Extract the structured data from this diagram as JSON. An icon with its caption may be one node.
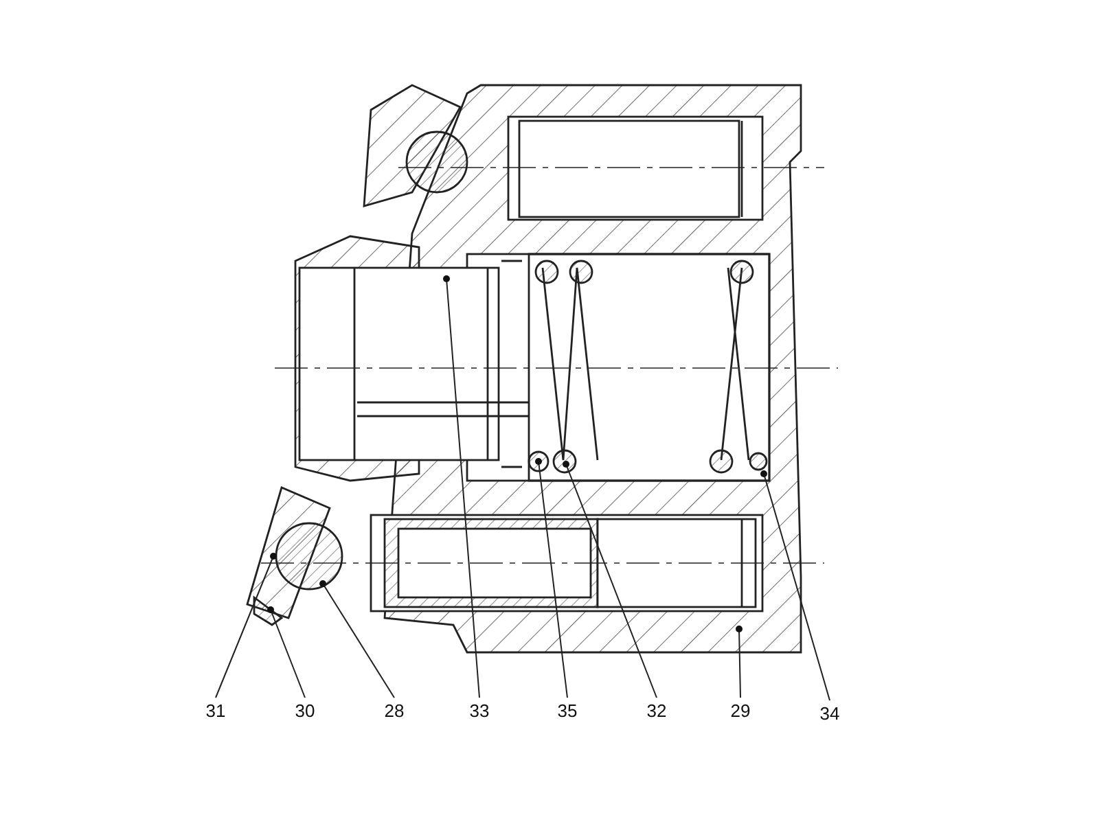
{
  "diagram": {
    "nodes": [
      {
        "text": [
          "31"
        ]
      },
      {
        "text": [
          "30"
        ]
      },
      {
        "text": [
          "28"
        ]
      },
      {
        "text": [
          "33"
        ]
      },
      {
        "text": [
          "35"
        ]
      },
      {
        "text": [
          "32"
        ]
      },
      {
        "text": [
          "29"
        ]
      },
      {
        "text": [
          "34"
        ]
      }
    ],
    "edges": [
      {
        "from": 0,
        "to": null,
        "arrow": "other"
      },
      {
        "from": 1,
        "to": null,
        "arrow": "other"
      },
      {
        "from": 2,
        "to": null,
        "arrow": "other"
      },
      {
        "from": 3,
        "to": null,
        "arrow": "other"
      },
      {
        "from": 4,
        "to": null,
        "arrow": "other"
      },
      {
        "from": 5,
        "to": null,
        "arrow": "other"
      },
      {
        "from": 6,
        "to": null,
        "arrow": "other"
      },
      {
        "from": 7,
        "to": null,
        "arrow": "other"
      }
    ]
  }
}
